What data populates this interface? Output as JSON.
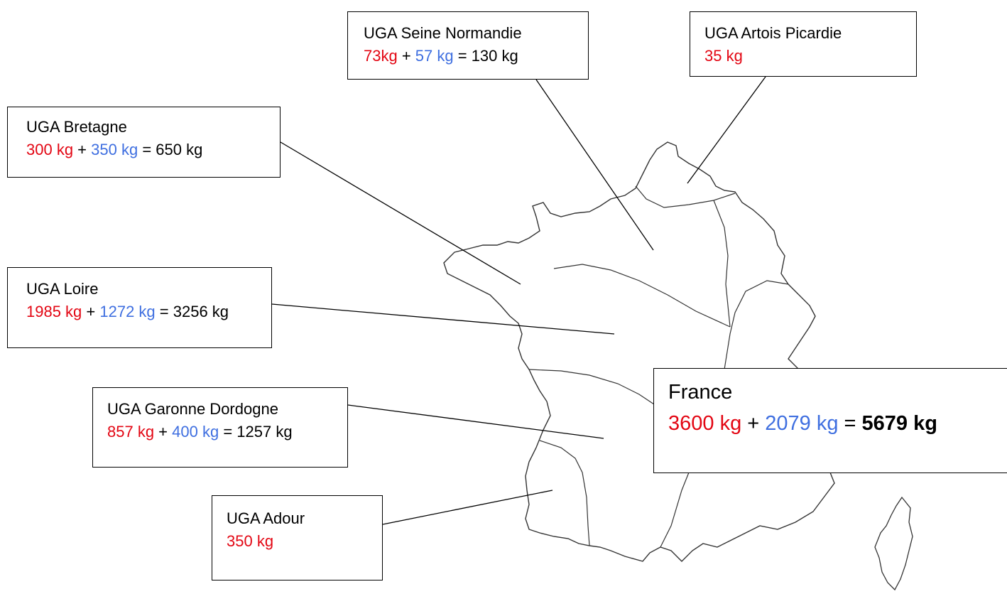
{
  "regions": [
    {
      "id": "seine",
      "name": "UGA Seine Normandie",
      "parts": [
        {
          "text": "73kg",
          "color": "red"
        },
        {
          "text": " + ",
          "color": "black"
        },
        {
          "text": "57 kg",
          "color": "blue"
        },
        {
          "text": " = 130 kg",
          "color": "black"
        }
      ]
    },
    {
      "id": "artois",
      "name": "UGA Artois Picardie",
      "parts": [
        {
          "text": "35 kg",
          "color": "red"
        }
      ]
    },
    {
      "id": "bretagne",
      "name": "UGA Bretagne",
      "parts": [
        {
          "text": "300 kg",
          "color": "red"
        },
        {
          "text": " + ",
          "color": "black"
        },
        {
          "text": "350 kg",
          "color": "blue"
        },
        {
          "text": " = 650 kg",
          "color": "black"
        }
      ]
    },
    {
      "id": "loire",
      "name": "UGA Loire",
      "parts": [
        {
          "text": "1985 kg",
          "color": "red"
        },
        {
          "text": " + ",
          "color": "black"
        },
        {
          "text": "1272 kg",
          "color": "blue"
        },
        {
          "text": " = 3256 kg",
          "color": "black"
        }
      ]
    },
    {
      "id": "garonne",
      "name": "UGA Garonne Dordogne",
      "parts": [
        {
          "text": "857 kg",
          "color": "red"
        },
        {
          "text": " + ",
          "color": "black"
        },
        {
          "text": "400 kg",
          "color": "blue"
        },
        {
          "text": " = 1257 kg",
          "color": "black"
        }
      ]
    },
    {
      "id": "adour",
      "name": "UGA Adour",
      "parts": [
        {
          "text": "350 kg",
          "color": "red"
        }
      ]
    }
  ],
  "france": {
    "name": "France",
    "parts": [
      {
        "text": "3600 kg",
        "color": "red"
      },
      {
        "text": " + ",
        "color": "black"
      },
      {
        "text": "2079 kg",
        "color": "blue"
      },
      {
        "text": " = ",
        "color": "black"
      },
      {
        "text": "5679 kg",
        "color": "black",
        "bold": true
      }
    ]
  },
  "colors": {
    "red": "#e30613",
    "blue": "#3f6fe0",
    "outline": "#333333"
  }
}
